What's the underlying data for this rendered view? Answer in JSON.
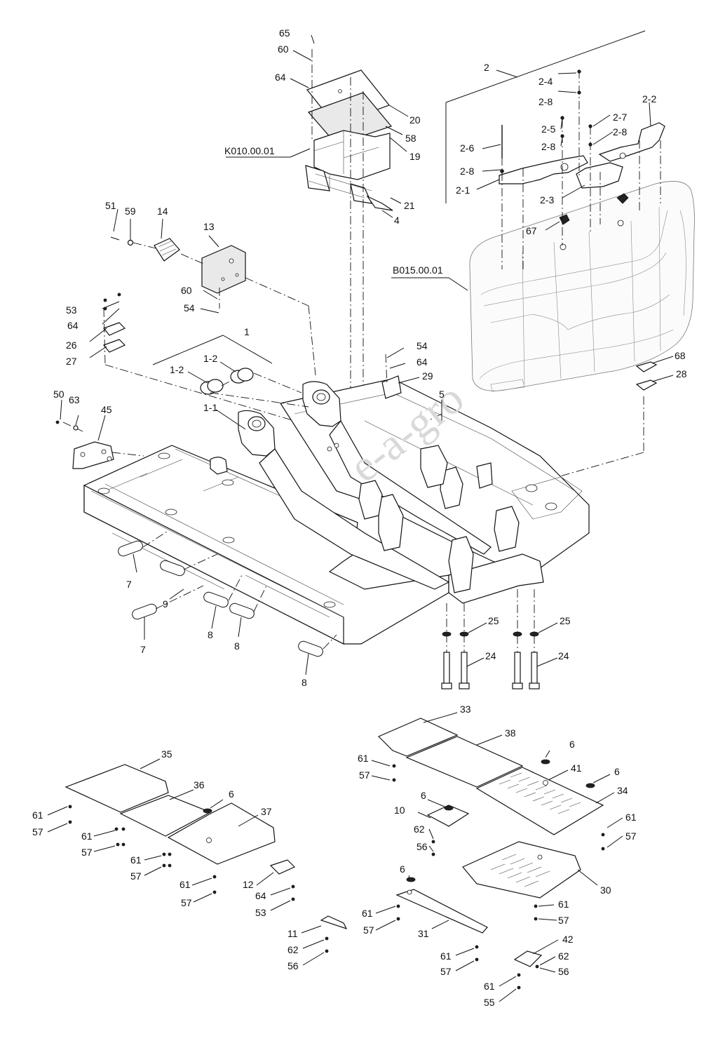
{
  "refs": {
    "k010": "K010.00.01",
    "b015": "B015.00.01"
  },
  "callouts": {
    "c65": "65",
    "c60a": "60",
    "c64a": "64",
    "c20": "20",
    "c58": "58",
    "c19": "19",
    "c21": "21",
    "c4": "4",
    "c2": "2",
    "c2_4": "2-4",
    "c2_8a": "2-8",
    "c2_2": "2-2",
    "c2_7": "2-7",
    "c2_5": "2-5",
    "c2_8b": "2-8",
    "c2_6": "2-6",
    "c2_8c": "2-8",
    "c2_8d": "2-8",
    "c2_1": "2-1",
    "c2_3": "2-3",
    "c67": "67",
    "c51": "51",
    "c59": "59",
    "c14": "14",
    "c13": "13",
    "c60b": "60",
    "c54a": "54",
    "c53a": "53",
    "c64b": "64",
    "c26": "26",
    "c27": "27",
    "c1": "1",
    "c1_2a": "1-2",
    "c1_2b": "1-2",
    "c1_1": "1-1",
    "c54b": "54",
    "c64c": "64",
    "c29": "29",
    "c5": "5",
    "c68": "68",
    "c28": "28",
    "c50": "50",
    "c63": "63",
    "c45": "45",
    "c7a": "7",
    "c9": "9",
    "c7b": "7",
    "c8a": "8",
    "c8b": "8",
    "c8c": "8",
    "c25a": "25",
    "c25b": "25",
    "c24a": "24",
    "c24b": "24",
    "c33": "33",
    "c38": "38",
    "c6a": "6",
    "c61a": "61",
    "c57a": "57",
    "c41": "41",
    "c6b": "6",
    "c34": "34",
    "c6c": "6",
    "c10": "10",
    "c62a": "62",
    "c56a": "56",
    "c61b": "61",
    "c57b": "57",
    "c35": "35",
    "c36": "36",
    "c6d": "6",
    "c37": "37",
    "c61c": "61",
    "c57c": "57",
    "c61d": "61",
    "c57d": "57",
    "c61e": "61",
    "c57e": "57",
    "c61f": "61",
    "c57f": "57",
    "c12": "12",
    "c64d": "64",
    "c53b": "53",
    "c6e": "6",
    "c61g": "61",
    "c57g": "57",
    "c31": "31",
    "c30": "30",
    "c61h": "61",
    "c57h": "57",
    "c11": "11",
    "c62b": "62",
    "c56b": "56",
    "c61i": "61",
    "c57i": "57",
    "c42": "42",
    "c62c": "62",
    "c56c": "56",
    "c61j": "61",
    "c55": "55"
  }
}
